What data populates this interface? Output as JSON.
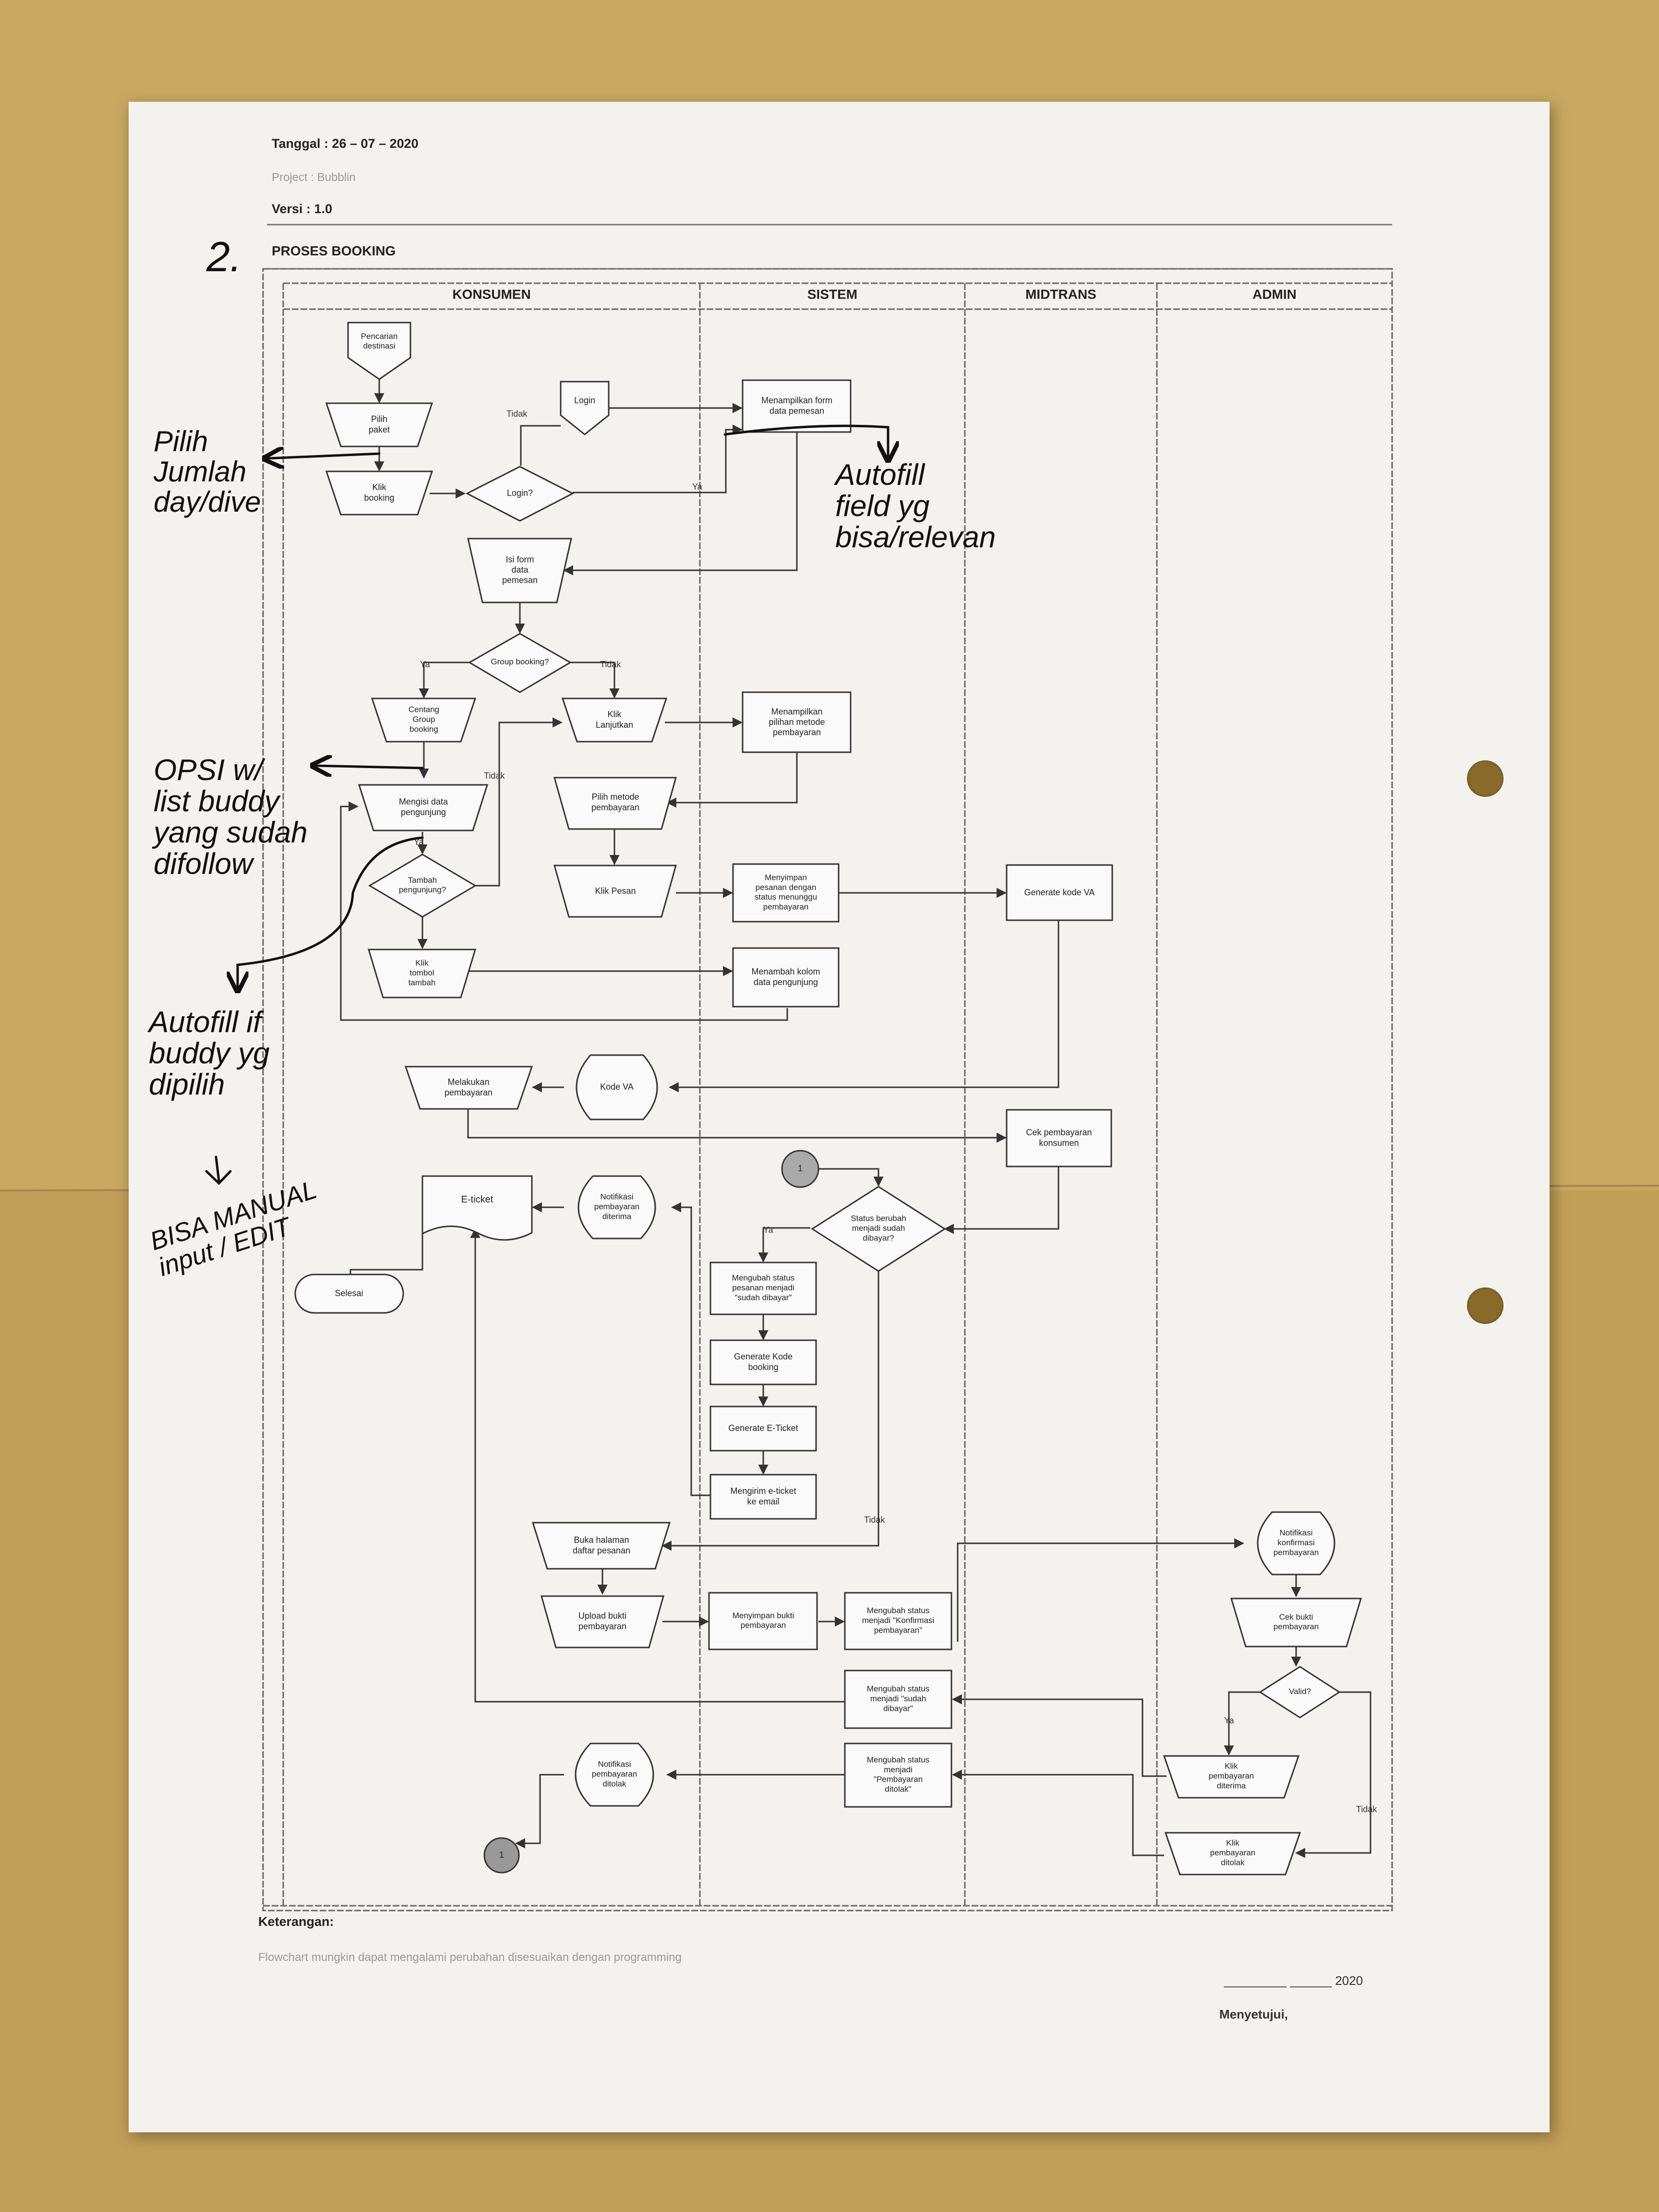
{
  "header": {
    "date": "Tanggal : 26 – 07 – 2020",
    "project": "Project : Bubblin",
    "version": "Versi     : 1.0",
    "section_title": "PROSES BOOKING"
  },
  "lanes": [
    "KONSUMEN",
    "SISTEM",
    "MIDTRANS",
    "ADMIN"
  ],
  "nodes": {
    "pencarian": [
      "Pencarian",
      "destinasi"
    ],
    "pilih_paket": [
      "Pilih",
      "paket"
    ],
    "login_offpage": [
      "Login"
    ],
    "klik_booking": [
      "Klik",
      "booking"
    ],
    "login_q": [
      "Login?"
    ],
    "tampil_form": [
      "Menampilkan form",
      "data pemesan"
    ],
    "isi_form": [
      "Isi form",
      "data",
      "pemesan"
    ],
    "group_q": [
      "Group booking?"
    ],
    "centang_group": [
      "Centang",
      "Group",
      "booking"
    ],
    "klik_lanjutkan": [
      "Klik",
      "Lanjutkan"
    ],
    "tampil_metode": [
      "Menampilkan",
      "pilihan metode",
      "pembayaran"
    ],
    "mengisi_pengunjung": [
      "Mengisi data",
      "pengunjung"
    ],
    "pilih_metode": [
      "Pilih metode",
      "pembayaran"
    ],
    "tambah_q": [
      "Tambah",
      "pengunjung?"
    ],
    "klik_pesan": [
      "Klik Pesan"
    ],
    "menyimpan_pesanan": [
      "Menyimpan",
      "pesanan dengan",
      "status menunggu",
      "pembayaran"
    ],
    "generate_va": [
      "Generate kode VA"
    ],
    "klik_tambah": [
      "Klik",
      "tombol",
      "tambah"
    ],
    "menambah_kolom": [
      "Menambah kolom",
      "data pengunjung"
    ],
    "melakukan_bayar": [
      "Melakukan",
      "pembayaran"
    ],
    "kode_va": [
      "Kode VA"
    ],
    "cek_bayar": [
      "Cek pembayaran",
      "konsumen"
    ],
    "connector": [
      "1"
    ],
    "eticket": [
      "E-ticket"
    ],
    "notif_diterima": [
      "Notifikasi",
      "pembayaran",
      "diterima"
    ],
    "status_q": [
      "Status berubah",
      "menjadi sudah",
      "dibayar?"
    ],
    "selesai": [
      "Selesai"
    ],
    "ubah_sudah": [
      "Mengubah status",
      "pesanan menjadi",
      "\"sudah dibayar\""
    ],
    "generate_kode": [
      "Generate Kode",
      "booking"
    ],
    "generate_eticket": [
      "Generate E-Ticket"
    ],
    "kirim_eticket": [
      "Mengirim e-ticket",
      "ke email"
    ],
    "buka_halaman": [
      "Buka halaman",
      "daftar pesanan"
    ],
    "notif_konfirmasi": [
      "Notifikasi",
      "konfirmasi",
      "pembayaran"
    ],
    "upload_bukti": [
      "Upload bukti",
      "pembayaran"
    ],
    "simpan_bukti": [
      "Menyimpan bukti",
      "pembayaran"
    ],
    "ubah_konfirmasi": [
      "Mengubah status",
      "menjadi \"Konfirmasi",
      "pembayaran\""
    ],
    "cek_bukti": [
      "Cek bukti",
      "pembayaran"
    ],
    "ubah_dibayar": [
      "Mengubah status",
      "menjadi \"sudah",
      "dibayar\""
    ],
    "valid_q": [
      "Valid?"
    ],
    "ubah_ditolak": [
      "Mengubah status",
      "menjadi",
      "\"Pembayaran",
      "ditolak\""
    ],
    "notif_ditolak": [
      "Notifikasi",
      "pembayaran",
      "ditolak"
    ],
    "klik_diterima": [
      "Klik",
      "pembayaran",
      "diterima"
    ],
    "klik_ditolak": [
      "Klik",
      "pembayaran",
      "ditolak"
    ],
    "connector2": [
      "1"
    ]
  },
  "edge_labels": {
    "tidak_login": "Tidak",
    "ya_login": "Ya",
    "ya_group": "Ya",
    "tidak_group": "Tidak",
    "tidak_tambah": "Tidak",
    "ya_tambah": "Ya",
    "ya_status": "Ya",
    "tidak_status": "Tidak",
    "ya_valid": "Ya",
    "tidak_valid": "Tidak"
  },
  "handwritten": {
    "section_number": "2.",
    "note_pilih": [
      "Pilih",
      "Jumlah",
      "day/dive"
    ],
    "note_autofill": [
      "Autofill",
      "field yg",
      "bisa/relevan"
    ],
    "note_opsi": [
      "OPSI w/",
      "list buddy",
      "yang sudah",
      "difollow"
    ],
    "note_autofill_buddy": [
      "Autofill if",
      "buddy yg",
      "dipilih"
    ],
    "note_manual": [
      "BISA MANUAL",
      "input / EDIT"
    ]
  },
  "footer": {
    "keterangan": "Keterangan:",
    "note": "Flowchart mungkin dapat mengalami perubahan disesuaikan dengan programming",
    "date_line": "_________ ______ 2020",
    "menyetujui": "Menyetujui,"
  },
  "colors": {
    "background": "#c8a862",
    "paper": "#f3f2ef",
    "ink": "#2a2a2a",
    "pen": "#111111"
  }
}
